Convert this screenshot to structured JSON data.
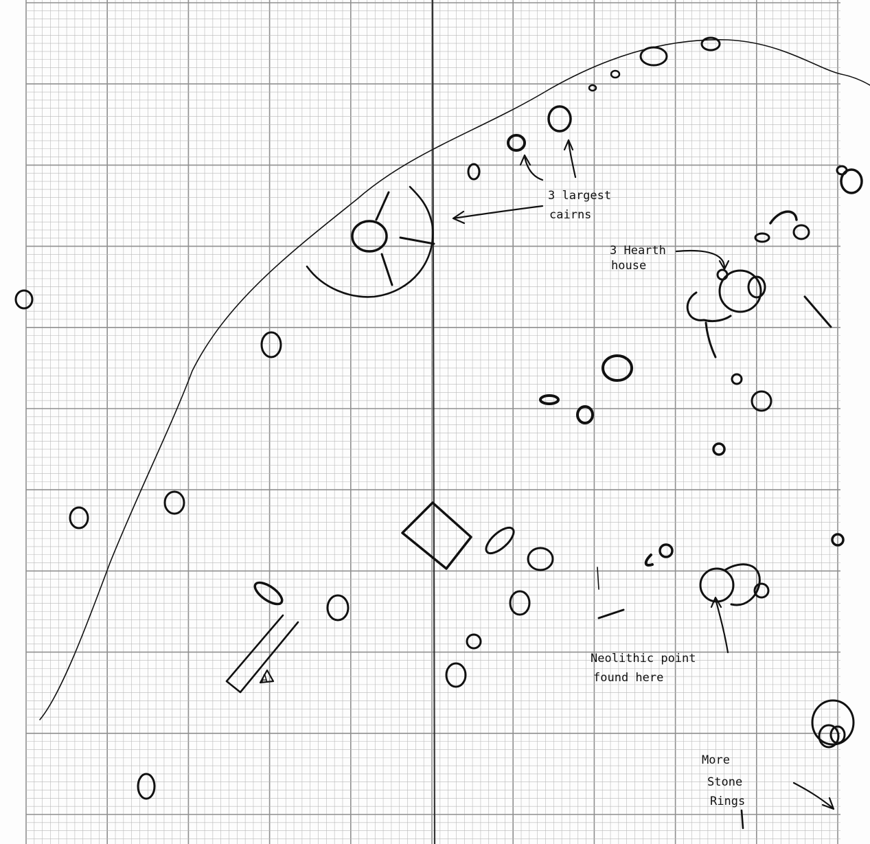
{
  "sheet": {
    "paper": "graph-paper",
    "ink_color": "#111111",
    "grid_color": "#b9b9b9"
  },
  "annotations": {
    "cairns_line1": "3 largest",
    "cairns_line2": "cairns",
    "hearth_line1": "3 Hearth",
    "hearth_line2": "house",
    "neolithic_line1": "Neolithic point",
    "neolithic_line2": "found here",
    "rings_line1": "More",
    "rings_line2": "Stone",
    "rings_line3": "Rings",
    "marker": "A"
  }
}
